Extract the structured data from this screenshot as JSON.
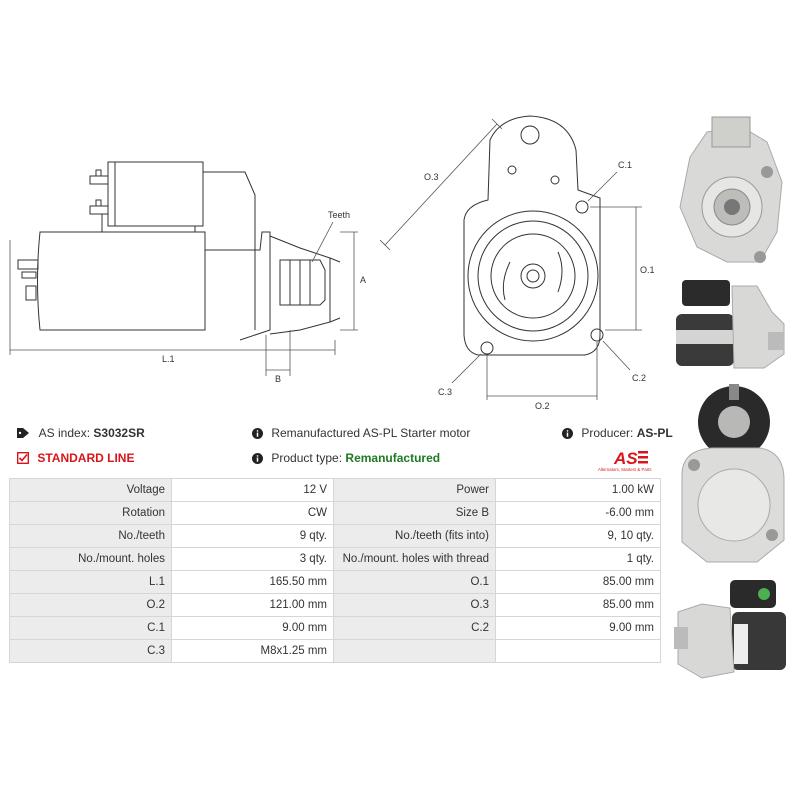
{
  "drawing": {
    "labels": {
      "teeth": "Teeth",
      "a": "A",
      "b": "B",
      "l1": "L.1",
      "o1": "O.1",
      "o2": "O.2",
      "o3": "O.3",
      "c1": "C.1",
      "c2": "C.2",
      "c3": "C.3"
    }
  },
  "info": {
    "as_index_label": "AS index:",
    "as_index_value": "S3032SR",
    "description": "Remanufactured AS-PL Starter motor",
    "producer_label": "Producer:",
    "producer_value": "AS-PL",
    "standard_line": "STANDARD LINE",
    "product_type_label": "Product type:",
    "product_type_value": "Remanufactured"
  },
  "logo": {
    "mark": "AS",
    "tagline": "Alternators, Starters & Parts",
    "color": "#d8151b"
  },
  "specs": {
    "rows": [
      {
        "l1": "Voltage",
        "v1": "12 V",
        "l2": "Power",
        "v2": "1.00 kW"
      },
      {
        "l1": "Rotation",
        "v1": "CW",
        "l2": "Size B",
        "v2": "-6.00 mm"
      },
      {
        "l1": "No./teeth",
        "v1": "9 qty.",
        "l2": "No./teeth (fits into)",
        "v2": "9, 10 qty."
      },
      {
        "l1": "No./mount. holes",
        "v1": "3 qty.",
        "l2": "No./mount. holes with thread",
        "v2": "1 qty."
      },
      {
        "l1": "L.1",
        "v1": "165.50 mm",
        "l2": "O.1",
        "v2": "85.00 mm"
      },
      {
        "l1": "O.2",
        "v1": "121.00 mm",
        "l2": "O.3",
        "v2": "85.00 mm"
      },
      {
        "l1": "C.1",
        "v1": "9.00 mm",
        "l2": "C.2",
        "v2": "9.00 mm"
      },
      {
        "l1": "C.3",
        "v1": "M8x1.25 mm",
        "l2": "",
        "v2": ""
      }
    ]
  },
  "colors": {
    "green": "#1f7a22",
    "red": "#d8151b",
    "label_bg": "#ececec"
  }
}
